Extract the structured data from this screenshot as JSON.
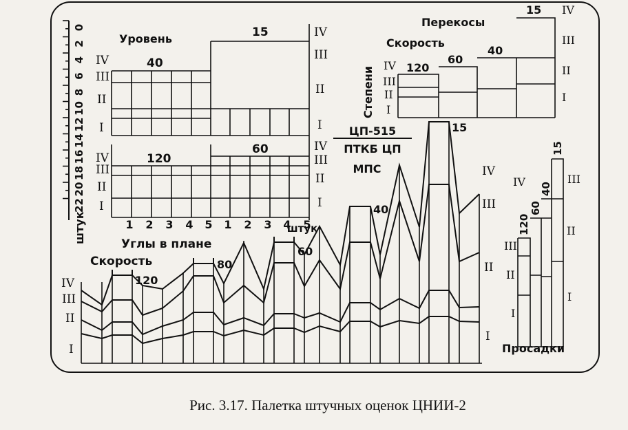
{
  "caption": "Рис. 3.17. Палетка штучных оценок ЦНИИ-2",
  "scale": {
    "ticks": [
      "0",
      "2",
      "4",
      "6",
      "8",
      "10",
      "12",
      "14",
      "16",
      "18",
      "20",
      "22"
    ],
    "unit": "штук"
  },
  "roman": [
    "I",
    "II",
    "III",
    "IV"
  ],
  "level_panel": {
    "title": "Уровень",
    "top_left_speed": "40",
    "top_right_speed": "15",
    "bottom_left_speed": "120",
    "bottom_right_speed": "60",
    "x_ticks": [
      "1",
      "2",
      "3",
      "4",
      "5",
      "1",
      "2",
      "3",
      "4",
      "5"
    ],
    "x_unit": "штук",
    "x_label": "Углы в плане"
  },
  "skew_panel": {
    "title": "Перекосы",
    "speed_label": "Скорость",
    "degree_label": "Степени",
    "speeds": [
      "120",
      "60",
      "40",
      "15"
    ]
  },
  "center": {
    "line1": "ЦП-515",
    "line2": "ПТКБ ЦП",
    "line3": "МПС"
  },
  "main_chart": {
    "speed_label": "Скорость",
    "speeds": [
      "120",
      "80",
      "60",
      "40",
      "15"
    ]
  },
  "sag_panel": {
    "title": "Просадки",
    "speeds": [
      "120",
      "60",
      "40",
      "15"
    ]
  }
}
